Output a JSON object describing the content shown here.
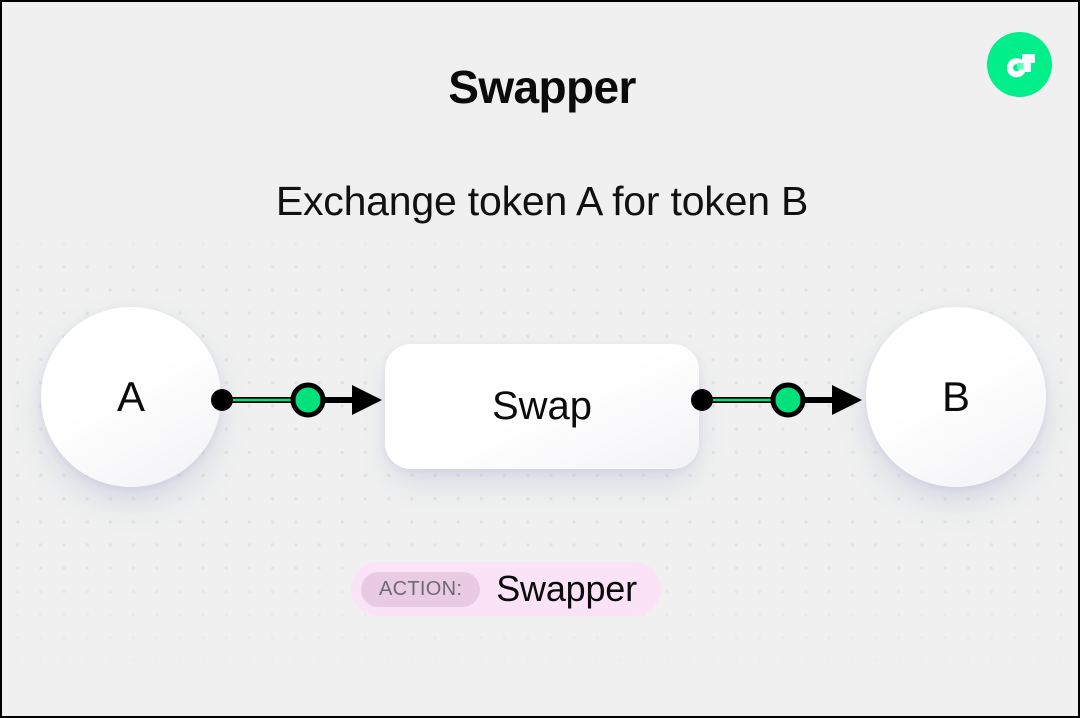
{
  "page": {
    "title": "Swapper",
    "subtitle": "Exchange token A for token B",
    "background_color": "#eff0ef",
    "accent_color": "#00ef8b",
    "logo_icon": "flow-logo-icon"
  },
  "diagram": {
    "type": "flow",
    "nodes": [
      {
        "id": "a",
        "label": "A",
        "shape": "circle"
      },
      {
        "id": "swap",
        "label": "Swap",
        "shape": "rounded-rect"
      },
      {
        "id": "b",
        "label": "B",
        "shape": "circle"
      }
    ],
    "edges": [
      {
        "from": "a",
        "to": "swap",
        "marker_color": "#00e17c",
        "line_color": "#000000",
        "arrow": "right"
      },
      {
        "from": "swap",
        "to": "b",
        "marker_color": "#00e17c",
        "line_color": "#000000",
        "arrow": "right"
      }
    ]
  },
  "action_badge": {
    "label": "ACTION:",
    "value": "Swapper",
    "pill_color": "#fbe3f7",
    "label_pill_color": "#e8cbe2"
  }
}
